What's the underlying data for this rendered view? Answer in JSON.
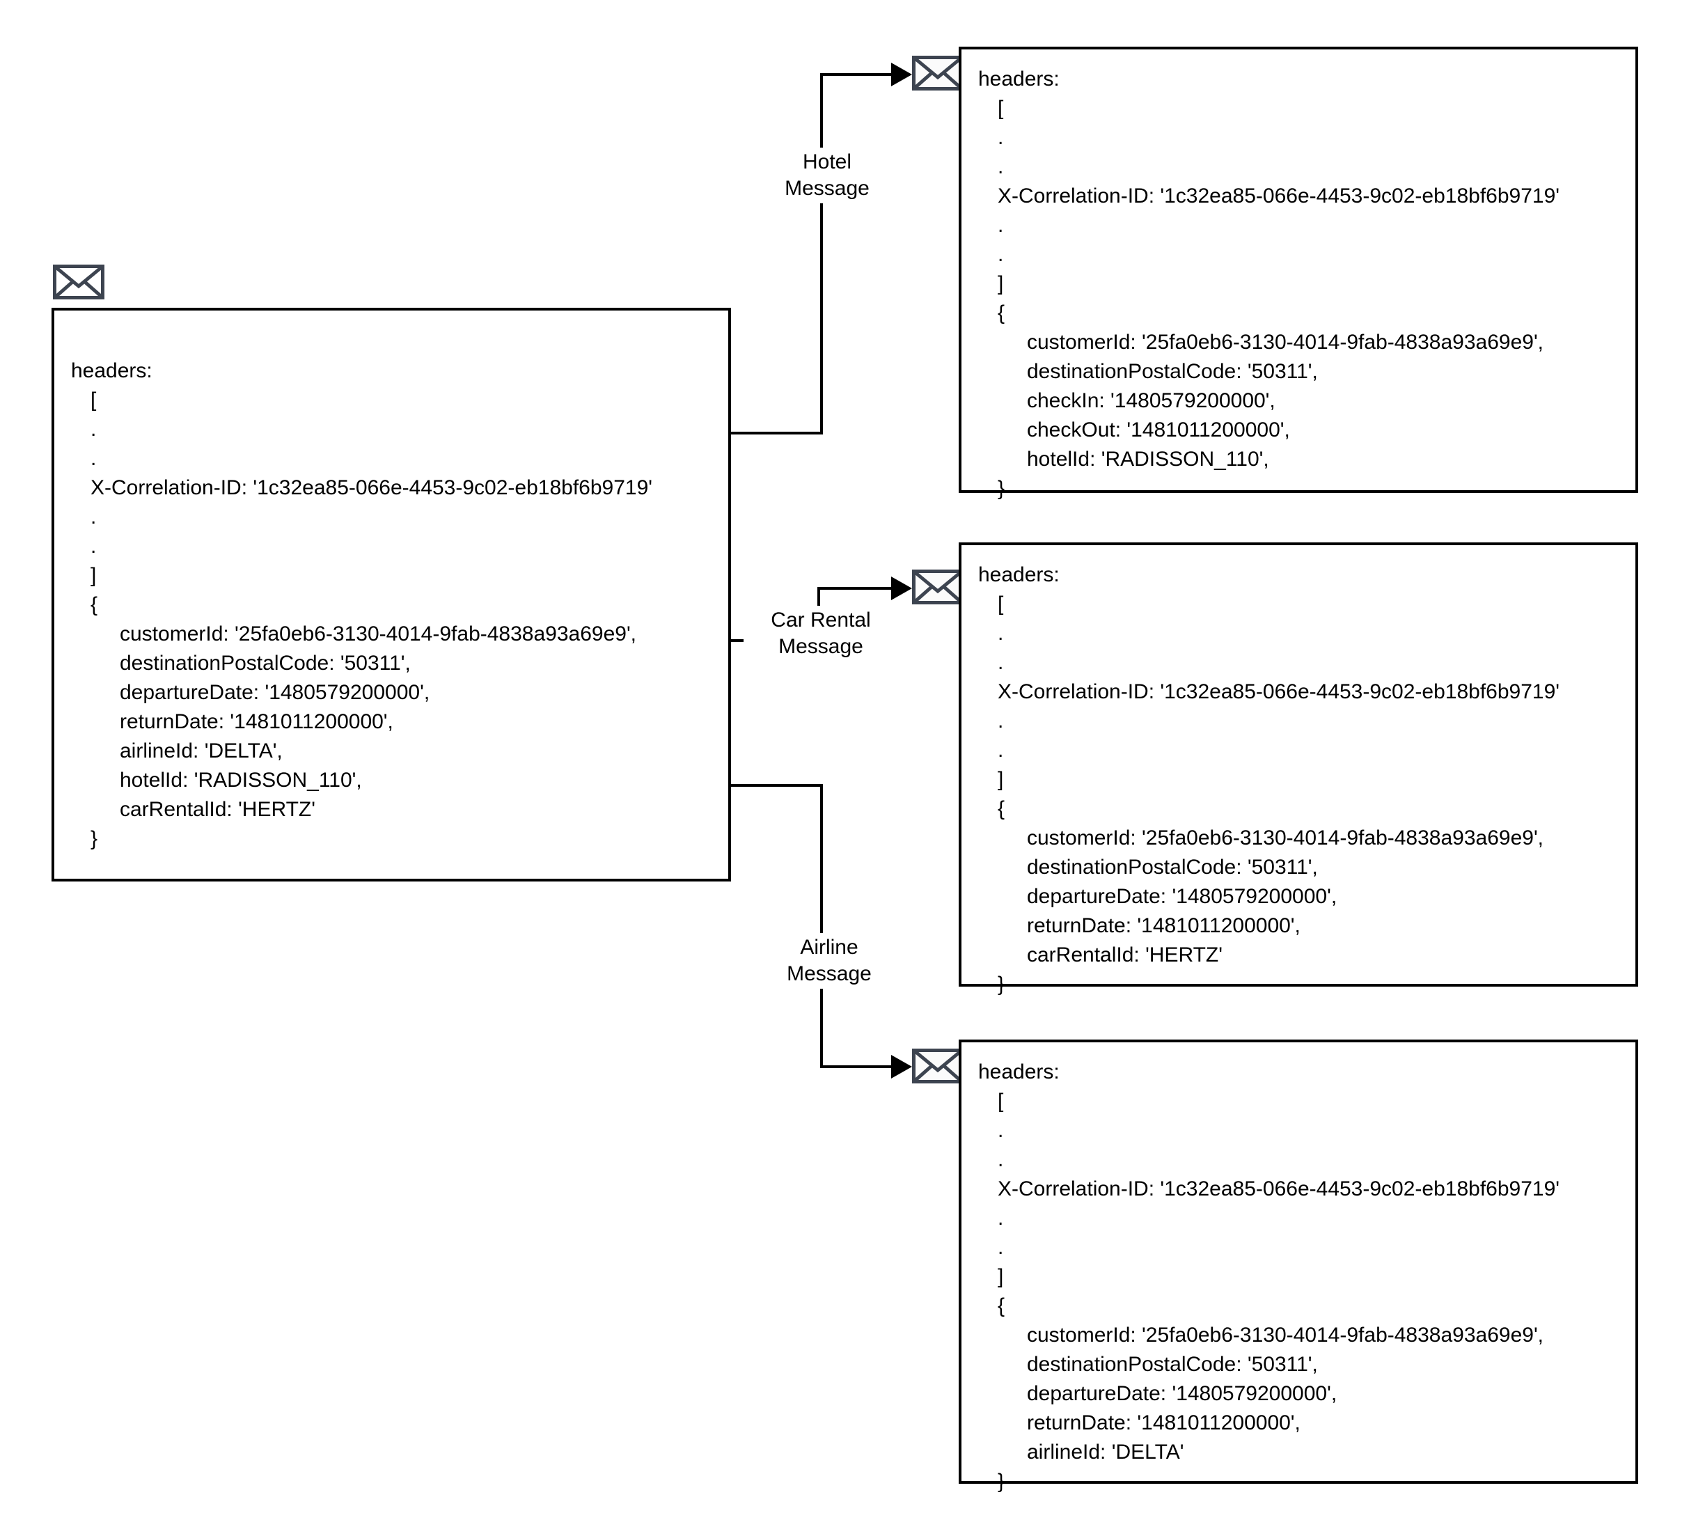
{
  "diagram": {
    "title": "Message splitter correlation diagram",
    "icon_name": "envelope-icon",
    "stroke_color": "#000000",
    "envelope_color": "#3d4450",
    "background": "#ffffff"
  },
  "source_message": {
    "icon": "envelope-icon",
    "lines": [
      {
        "indent": 0,
        "text": "headers:"
      },
      {
        "indent": 1,
        "text": "["
      },
      {
        "indent": 1,
        "text": "."
      },
      {
        "indent": 1,
        "text": "."
      },
      {
        "indent": 1,
        "text": "X-Correlation-ID: '1c32ea85-066e-4453-9c02-eb18bf6b9719'"
      },
      {
        "indent": 1,
        "text": "."
      },
      {
        "indent": 1,
        "text": "."
      },
      {
        "indent": 1,
        "text": "]"
      },
      {
        "indent": 1,
        "text": "{"
      },
      {
        "indent": 2,
        "text": "customerId: '25fa0eb6-3130-4014-9fab-4838a93a69e9',"
      },
      {
        "indent": 2,
        "text": "destinationPostalCode: '50311',"
      },
      {
        "indent": 2,
        "text": "departureDate: '1480579200000',"
      },
      {
        "indent": 2,
        "text": "returnDate: '1481011200000',"
      },
      {
        "indent": 2,
        "text": "airlineId: 'DELTA',"
      },
      {
        "indent": 2,
        "text": "hotelId: 'RADISSON_110',"
      },
      {
        "indent": 2,
        "text": "carRentalId: 'HERTZ'"
      },
      {
        "indent": 1,
        "text": "}"
      }
    ]
  },
  "branches": [
    {
      "id": "hotel",
      "label_line1": "Hotel",
      "label_line2": "Message",
      "icon": "envelope-icon",
      "lines": [
        {
          "indent": 0,
          "text": "headers:"
        },
        {
          "indent": 1,
          "text": "["
        },
        {
          "indent": 1,
          "text": "."
        },
        {
          "indent": 1,
          "text": "."
        },
        {
          "indent": 1,
          "text": "X-Correlation-ID: '1c32ea85-066e-4453-9c02-eb18bf6b9719'"
        },
        {
          "indent": 1,
          "text": "."
        },
        {
          "indent": 1,
          "text": "."
        },
        {
          "indent": 1,
          "text": "]"
        },
        {
          "indent": 1,
          "text": "{"
        },
        {
          "indent": 2,
          "text": "customerId: '25fa0eb6-3130-4014-9fab-4838a93a69e9',"
        },
        {
          "indent": 2,
          "text": "destinationPostalCode: '50311',"
        },
        {
          "indent": 2,
          "text": "checkIn: '1480579200000',"
        },
        {
          "indent": 2,
          "text": "checkOut: '1481011200000',"
        },
        {
          "indent": 2,
          "text": "hotelId: 'RADISSON_110',"
        },
        {
          "indent": 1,
          "text": "}"
        }
      ]
    },
    {
      "id": "car-rental",
      "label_line1": "Car Rental",
      "label_line2": "Message",
      "icon": "envelope-icon",
      "lines": [
        {
          "indent": 0,
          "text": "headers:"
        },
        {
          "indent": 1,
          "text": "["
        },
        {
          "indent": 1,
          "text": "."
        },
        {
          "indent": 1,
          "text": "."
        },
        {
          "indent": 1,
          "text": "X-Correlation-ID: '1c32ea85-066e-4453-9c02-eb18bf6b9719'"
        },
        {
          "indent": 1,
          "text": "."
        },
        {
          "indent": 1,
          "text": "."
        },
        {
          "indent": 1,
          "text": "]"
        },
        {
          "indent": 1,
          "text": "{"
        },
        {
          "indent": 2,
          "text": "customerId: '25fa0eb6-3130-4014-9fab-4838a93a69e9',"
        },
        {
          "indent": 2,
          "text": "destinationPostalCode: '50311',"
        },
        {
          "indent": 2,
          "text": "departureDate: '1480579200000',"
        },
        {
          "indent": 2,
          "text": "returnDate: '1481011200000',"
        },
        {
          "indent": 2,
          "text": "carRentalId: 'HERTZ'"
        },
        {
          "indent": 1,
          "text": "}"
        }
      ]
    },
    {
      "id": "airline",
      "label_line1": "Airline",
      "label_line2": "Message",
      "icon": "envelope-icon",
      "lines": [
        {
          "indent": 0,
          "text": "headers:"
        },
        {
          "indent": 1,
          "text": "["
        },
        {
          "indent": 1,
          "text": "."
        },
        {
          "indent": 1,
          "text": "."
        },
        {
          "indent": 1,
          "text": "X-Correlation-ID: '1c32ea85-066e-4453-9c02-eb18bf6b9719'"
        },
        {
          "indent": 1,
          "text": "."
        },
        {
          "indent": 1,
          "text": "."
        },
        {
          "indent": 1,
          "text": "]"
        },
        {
          "indent": 1,
          "text": "{"
        },
        {
          "indent": 2,
          "text": "customerId: '25fa0eb6-3130-4014-9fab-4838a93a69e9',"
        },
        {
          "indent": 2,
          "text": "destinationPostalCode: '50311',"
        },
        {
          "indent": 2,
          "text": "departureDate: '1480579200000',"
        },
        {
          "indent": 2,
          "text": "returnDate: '1481011200000',"
        },
        {
          "indent": 2,
          "text": "airlineId: 'DELTA'"
        },
        {
          "indent": 1,
          "text": "}"
        }
      ]
    }
  ]
}
